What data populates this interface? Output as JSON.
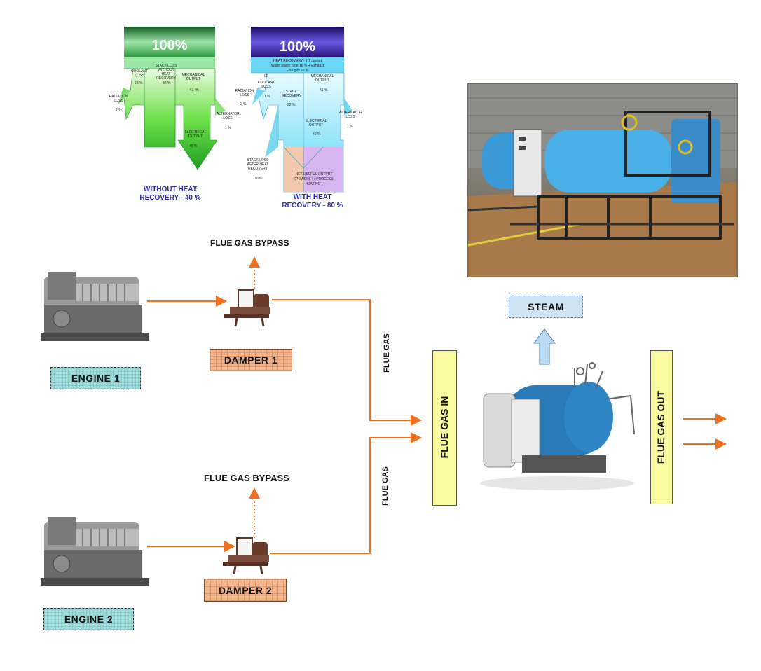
{
  "sankey_left": {
    "top_pct": "100%",
    "coolant": "COOLANT LOSS",
    "coolant_pct": "25 %",
    "stack": "STACK LOSS WITHOUT HEAT RECOVERY",
    "stack_pct": "32 %",
    "mechanical": "MECHANICAL OUTPUT",
    "mechanical_pct": "41 %",
    "radiation": "RADIATION LOSS",
    "radiation_pct": "2 %",
    "alternator": "ALTERNATOR LOSS",
    "alternator_pct": "1 %",
    "electrical": "ELECTRICAL OUTPUT",
    "electrical_pct": "40 %",
    "caption": "WITHOUT HEAT RECOVERY - 40 %"
  },
  "sankey_right": {
    "top_pct": "100%",
    "heat_recovery": "HEAT RECOVERY - HT Jacket",
    "water_waste": "Water waste heat 16 % + Exhaust",
    "flue_gas": "Flue gas 22 %",
    "lt": "LT",
    "coolant": "COOLANT LOSS",
    "coolant_pct": "7 %",
    "mechanical": "MECHANICAL OUTPUT",
    "mechanical_pct": "41 %",
    "radiation": "RADIATION LOSS",
    "radiation_pct": "2 %",
    "stack_recovery": "STACK RECOVERY",
    "stack_recovery_pct": "22 %",
    "alternator": "ALTERNATOR LOSS",
    "alternator_pct": "1 %",
    "electrical": "ELECTRICAL OUTPUT",
    "electrical_pct": "40 %",
    "stack_after": "STACK LOSS AFTER HEAT RECOVERY",
    "stack_after_pct": "10 %",
    "net_useful": "NET USEFUL OUTPUT (POWER) + ( PROCESS HEATING )",
    "caption": "WITH HEAT RECOVERY - 80 %"
  },
  "flow": {
    "bypass_1": "FLUE GAS BYPASS",
    "bypass_2": "FLUE GAS BYPASS",
    "engine_1": "ENGINE 1",
    "engine_2": "ENGINE 2",
    "damper_1": "DAMPER 1",
    "damper_2": "DAMPER 2",
    "flue_gas_1": "FLUE GAS",
    "flue_gas_2": "FLUE GAS",
    "flue_gas_in": "FLUE GAS IN",
    "flue_gas_out": "FLUE GAS OUT",
    "steam": "STEAM"
  },
  "colors": {
    "arrow": "#f07020",
    "green_top": "#1e8a3a",
    "purple_top": "#3a1a8a",
    "flue_box": "#fafaa0"
  }
}
